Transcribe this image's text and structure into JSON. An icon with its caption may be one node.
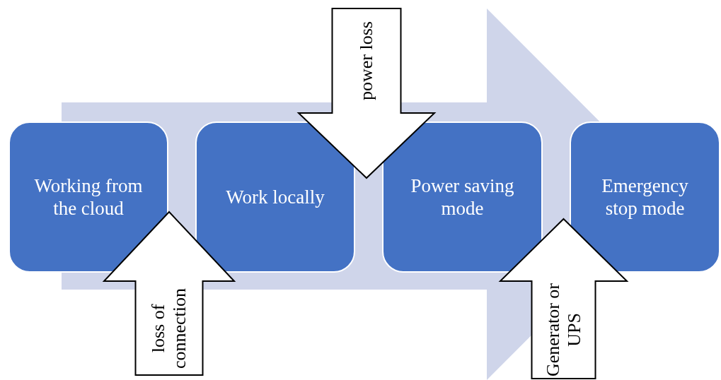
{
  "diagram": {
    "nodes": [
      {
        "text": [],
        "shape": "arrow"
      },
      {
        "text": [
          "Working from the cloud"
        ]
      },
      {
        "text": [
          "Work locally"
        ],
        "in": 0
      },
      {
        "text": [
          "Power saving mode"
        ],
        "in": 0
      },
      {
        "text": [
          "Emergency stop mode"
        ]
      },
      {
        "text": [
          "loss of connection"
        ],
        "in": 0
      },
      {
        "text": [
          "power loss"
        ],
        "in": 0
      },
      {
        "text": [
          "Generator or UPS"
        ],
        "in": 0
      }
    ]
  }
}
